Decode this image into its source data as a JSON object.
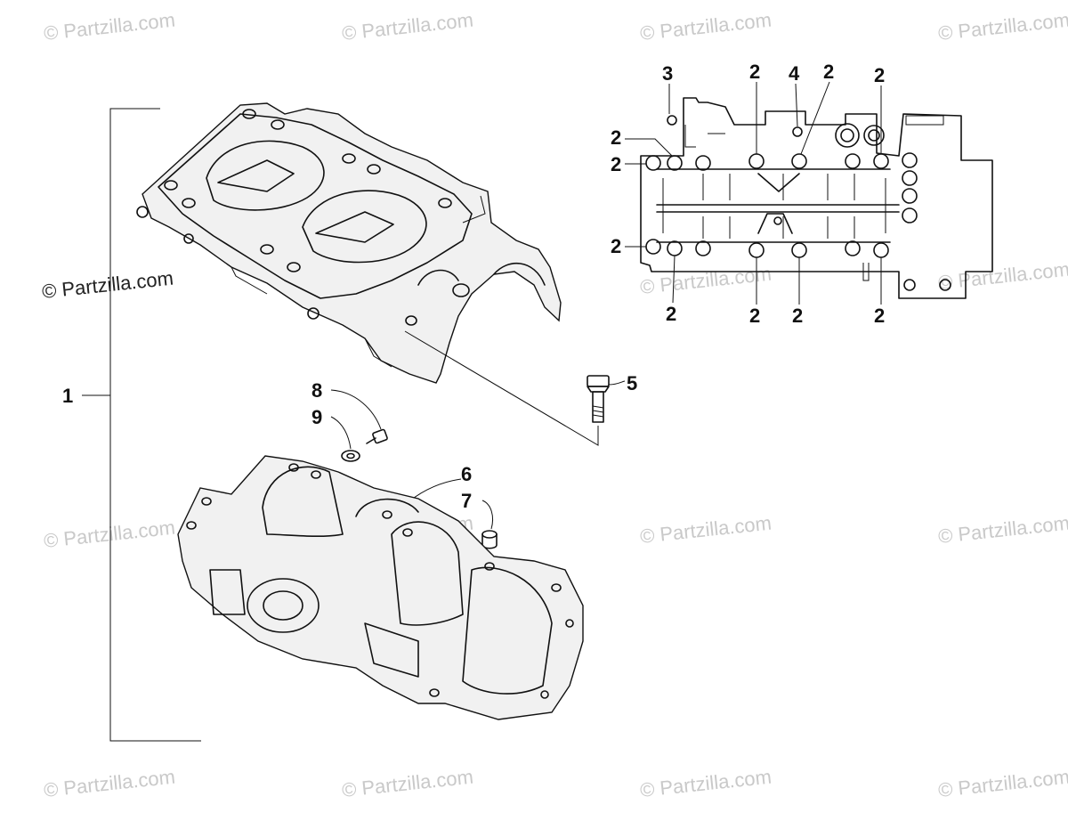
{
  "watermark": {
    "text": "© Partzilla.com",
    "color": "#c9c9c9"
  },
  "callouts": {
    "assembly": "1",
    "dowel_top_left": "3",
    "plug_top": "4",
    "bolt": "5",
    "bearing_ring": "6",
    "dowel_pin": "7",
    "screw": "8",
    "washer": "9",
    "bolt_hole": "2"
  },
  "colors": {
    "ink": "#111111",
    "background": "#ffffff"
  }
}
